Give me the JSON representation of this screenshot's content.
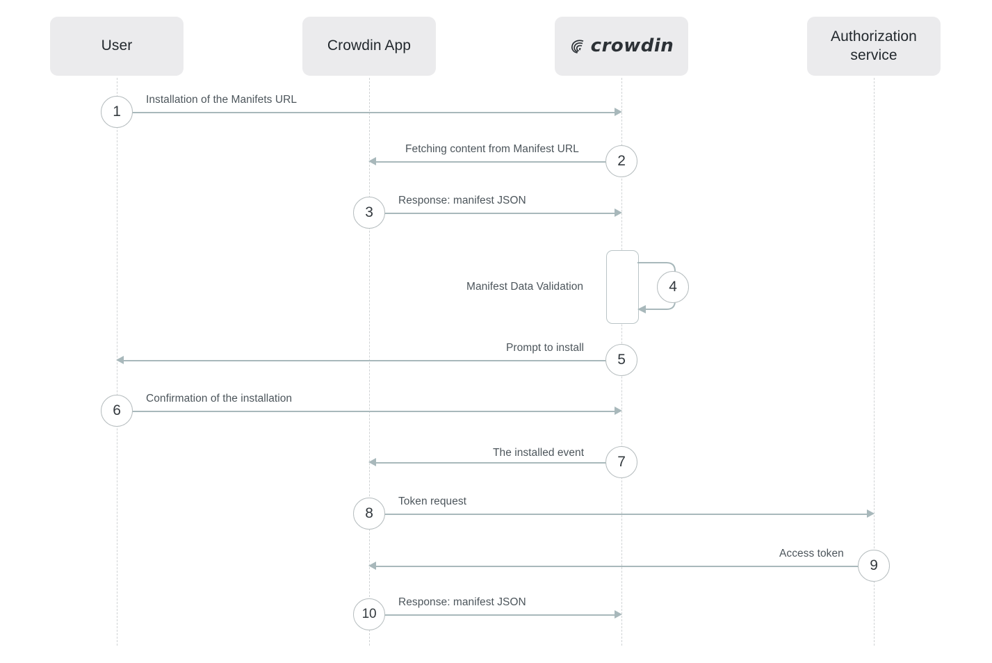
{
  "diagram": {
    "type": "sequence-diagram",
    "background_color": "#ffffff",
    "line_color": "#a8b8bb",
    "lifeline_color": "#cfd2d4",
    "participant_box_color": "#ebebed",
    "label_color": "#4c555b",
    "number_color": "#33393e"
  },
  "participants": [
    {
      "id": "user",
      "label": "User",
      "logo": null
    },
    {
      "id": "crowdin-app",
      "label": "Crowdin App",
      "logo": null
    },
    {
      "id": "crowdin",
      "label": "crowdin",
      "logo": "crowdin-logo"
    },
    {
      "id": "auth-service",
      "label": "Authorization service",
      "logo": null
    }
  ],
  "messages": [
    {
      "number": "1",
      "label": "Installation of the Manifets URL",
      "from": "user",
      "to": "crowdin",
      "direction": "right"
    },
    {
      "number": "2",
      "label": "Fetching content from Manifest URL",
      "from": "crowdin",
      "to": "crowdin-app",
      "direction": "left"
    },
    {
      "number": "3",
      "label": "Response: manifest JSON",
      "from": "crowdin-app",
      "to": "crowdin",
      "direction": "right"
    },
    {
      "number": "4",
      "label": "Manifest Data Validation",
      "from": "crowdin",
      "to": "crowdin",
      "direction": "self"
    },
    {
      "number": "5",
      "label": "Prompt to install",
      "from": "crowdin",
      "to": "user",
      "direction": "left"
    },
    {
      "number": "6",
      "label": "Confirmation of the installation",
      "from": "user",
      "to": "crowdin",
      "direction": "right"
    },
    {
      "number": "7",
      "label": "The installed event",
      "from": "crowdin",
      "to": "crowdin-app",
      "direction": "left"
    },
    {
      "number": "8",
      "label": "Token request",
      "from": "crowdin-app",
      "to": "auth-service",
      "direction": "right"
    },
    {
      "number": "9",
      "label": "Access token",
      "from": "auth-service",
      "to": "crowdin-app",
      "direction": "left"
    },
    {
      "number": "10",
      "label": "Response: manifest JSON",
      "from": "crowdin-app",
      "to": "crowdin",
      "direction": "right"
    }
  ]
}
